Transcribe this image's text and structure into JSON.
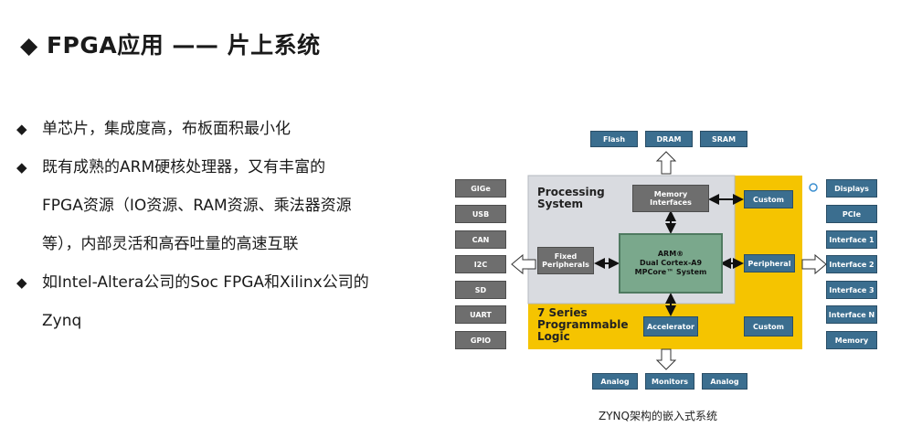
{
  "slide": {
    "title_marker": "◆",
    "title": "FPGA应用 —— 片上系统",
    "bullets": [
      {
        "marker": "◆",
        "lines": [
          "单芯片，集成度高，布板面积最小化"
        ]
      },
      {
        "marker": "◆",
        "lines": [
          "既有成熟的ARM硬核处理器，又有丰富的",
          "FPGA资源（IO资源、RAM资源、乘法器资源",
          "等），内部灵活和高吞吐量的高速互联"
        ]
      },
      {
        "marker": "◆",
        "lines": [
          "如Intel-Altera公司的Soc FPGA和Xilinx公司的",
          "Zynq"
        ]
      }
    ],
    "caption": "ZYNQ架构的嵌入式系统"
  },
  "diagram": {
    "top_memory": [
      "Flash",
      "DRAM",
      "SRAM"
    ],
    "left_io": [
      "GIGe",
      "USB",
      "CAN",
      "I2C",
      "SD",
      "UART",
      "GPIO"
    ],
    "right_io": [
      "Displays",
      "PCIe",
      "Interface 1",
      "Interface 2",
      "Interface 3",
      "Interface N",
      "Memory"
    ],
    "bottom_io": [
      "Analog",
      "Monitors",
      "Analog"
    ],
    "processing_system": {
      "line1": "Processing",
      "line2": "System"
    },
    "programmable_logic": {
      "line1": "7 Series",
      "line2": "Programmable",
      "line3": "Logic"
    },
    "memory_interfaces": {
      "line1": "Memory",
      "line2": "Interfaces"
    },
    "fixed_peripherals": {
      "line1": "Fixed",
      "line2": "Peripherals"
    },
    "core": {
      "line1": "ARM®",
      "line2": "Dual Cortex-A9",
      "line3": "MPCore™ System"
    },
    "custom_top": "Custom",
    "peripheral": "Peripheral",
    "accelerator": "Accelerator",
    "custom_bottom": "Custom",
    "colors": {
      "pl_yellow": "#f5c400",
      "ps_grey": "#d9dbe0",
      "box_blue": "#3b6e8f",
      "box_grey": "#6e6e6e",
      "core_green": "#7aa88c"
    }
  }
}
